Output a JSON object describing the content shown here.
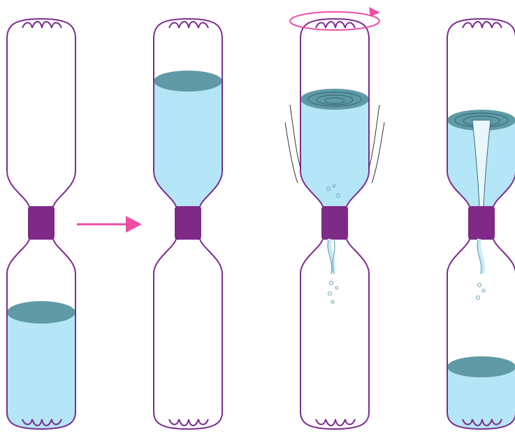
{
  "diagram": {
    "type": "illustration",
    "panels": [
      {
        "name": "bottom-filled",
        "water": "bottom-bottle",
        "swirl": false,
        "vortex": false
      },
      {
        "name": "flipped",
        "water": "top-bottle",
        "swirl": false,
        "vortex": false
      },
      {
        "name": "swirled",
        "water": "top-bottle",
        "swirl": true,
        "vortex": "forming"
      },
      {
        "name": "vortex",
        "water": "both-bottles",
        "swirl": false,
        "vortex": "full"
      }
    ],
    "colors": {
      "outline": "#7b2d8e",
      "connector": "#7f2a86",
      "water": "#b4e6f7",
      "water_surface": "#5f9aa6",
      "water_surface_line": "#3a6e7a",
      "arrow": "#ee4da6",
      "spin_arrow": "#ee4da6",
      "bubble": "#7fb4c4"
    },
    "icons": [
      "right-arrow-icon",
      "rotation-arrow-icon"
    ]
  }
}
